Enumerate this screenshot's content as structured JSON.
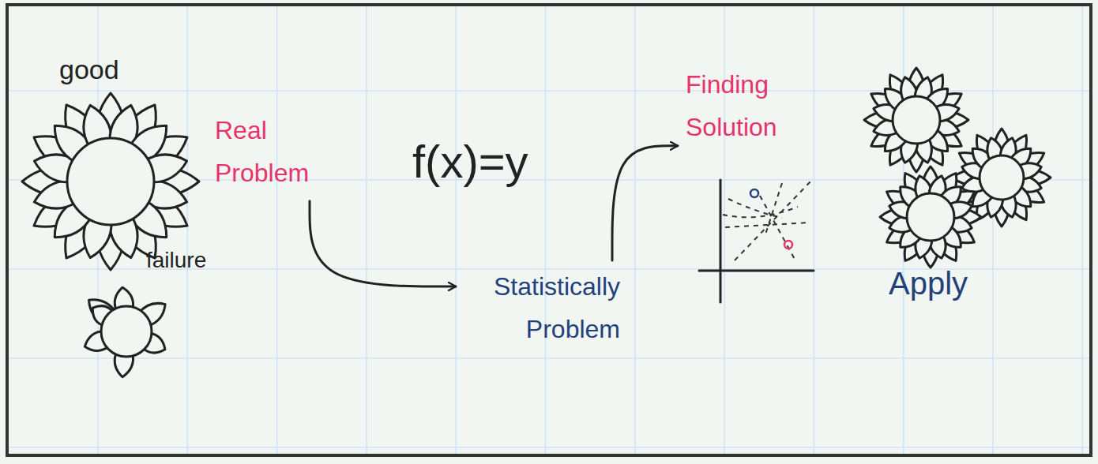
{
  "diagram": {
    "nodes": [
      {
        "text": [
          "Real Problem"
        ]
      },
      {
        "text": [
          "Statistically Problem"
        ]
      },
      {
        "text": [
          "Finding Solution"
        ]
      }
    ],
    "edges": [
      {
        "from": 0,
        "to": 1,
        "arrow": "to"
      },
      {
        "from": 1,
        "to": 2,
        "arrow": "to"
      }
    ],
    "labels": [
      "good",
      "failure",
      "f(x)=y",
      "Apply"
    ]
  }
}
